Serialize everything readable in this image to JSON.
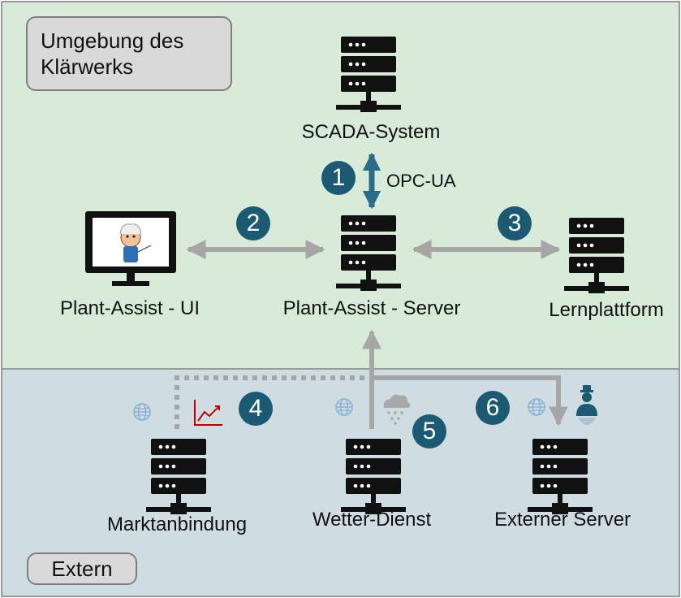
{
  "zones": {
    "internal_label": "Umgebung des\nKlärwerks",
    "external_label": "Extern"
  },
  "nodes": {
    "scada": "SCADA-System",
    "server": "Plant-Assist - Server",
    "ui": "Plant-Assist - UI",
    "learning": "Lernplattform",
    "market": "Marktanbindung",
    "weather": "Wetter-Dienst",
    "external_server": "Externer Server"
  },
  "connections": {
    "opc_label": "OPC-UA",
    "numbers": [
      "1",
      "2",
      "3",
      "4",
      "5",
      "6"
    ]
  },
  "colors": {
    "internal_bg": "#d8ebd9",
    "external_bg": "#cfdde3",
    "badge": "#1b5a72",
    "arrow_gray": "#a6a6a6",
    "arrow_blue": "#2a6c8a",
    "chart_red": "#c00000"
  },
  "icons": [
    "server-icon",
    "monitor-icon",
    "globe-icon",
    "cloud-rain-icon",
    "chart-line-icon",
    "person-icon"
  ]
}
